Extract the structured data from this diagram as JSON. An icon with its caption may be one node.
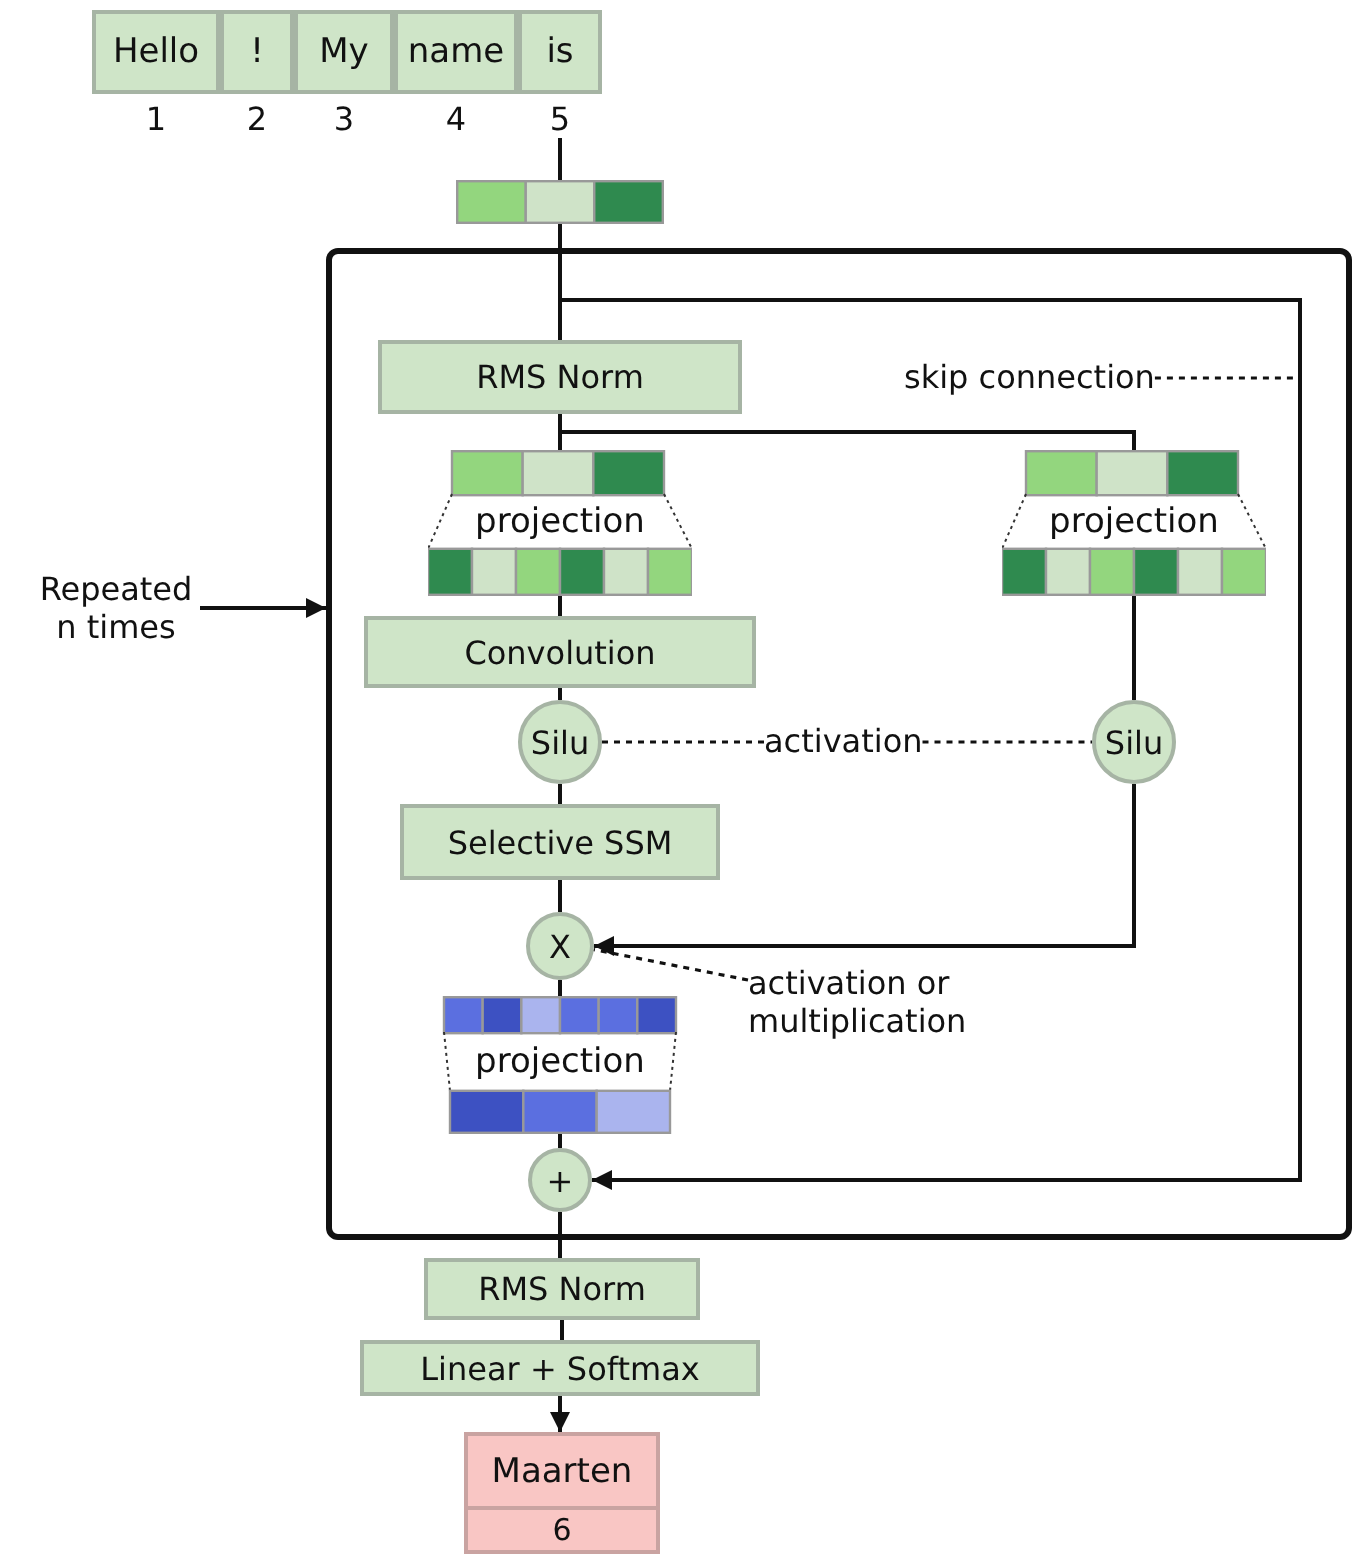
{
  "diagram": {
    "nodes": [
      {
        "text": [
          "Hello"
        ],
        "beside": [
          "1"
        ]
      },
      {
        "text": [
          "!"
        ],
        "beside": [
          "2"
        ]
      },
      {
        "text": [
          "My"
        ],
        "beside": [
          "3"
        ]
      },
      {
        "text": [
          "name"
        ],
        "beside": [
          "4"
        ]
      },
      {
        "text": [
          "is"
        ],
        "beside": [
          "5"
        ]
      },
      {
        "text": [],
        "shape": "bar"
      },
      {
        "text": [],
        "shape": "box"
      },
      {
        "text": [
          "RMS Norm"
        ],
        "in": 6
      },
      {
        "text": [
          "projection"
        ],
        "in": 6
      },
      {
        "text": [
          "Convolution"
        ],
        "in": 6
      },
      {
        "text": [
          "Silu"
        ],
        "in": 6
      },
      {
        "text": [
          "Selective SSM"
        ],
        "in": 6
      },
      {
        "text": [
          "X"
        ],
        "in": 6
      },
      {
        "text": [
          "projection"
        ],
        "in": 6
      },
      {
        "text": [
          "+"
        ],
        "in": 6
      },
      {
        "text": [
          "projection"
        ],
        "in": 6
      },
      {
        "text": [
          "Silu"
        ],
        "in": 6
      },
      {
        "text": [
          "RMS Norm"
        ]
      },
      {
        "text": [
          "Linear + Softmax"
        ]
      },
      {
        "text": [
          "Maarten",
          "6"
        ]
      },
      {
        "text": [
          "Repeated n times"
        ]
      },
      {
        "text": [
          "skip connection"
        ],
        "in": 6
      },
      {
        "text": [
          "activation"
        ],
        "in": 6
      },
      {
        "text": [
          "activation or multiplication"
        ],
        "in": 6
      }
    ],
    "edges": [
      {
        "from": 4,
        "to": 5,
        "arrow": "none"
      },
      {
        "from": 5,
        "to": 7,
        "arrow": "none"
      },
      {
        "from": 5,
        "to": 14,
        "arrow": "to"
      },
      {
        "from": 7,
        "to": 8,
        "arrow": "none"
      },
      {
        "from": 7,
        "to": 15,
        "arrow": "none"
      },
      {
        "from": 8,
        "to": 9,
        "arrow": "none"
      },
      {
        "from": 9,
        "to": 10,
        "arrow": "none"
      },
      {
        "from": 10,
        "to": 11,
        "arrow": "none"
      },
      {
        "from": 11,
        "to": 12,
        "arrow": "none"
      },
      {
        "from": 15,
        "to": 16,
        "arrow": "none"
      },
      {
        "from": 16,
        "to": 12,
        "arrow": "to"
      },
      {
        "from": 12,
        "to": 13,
        "arrow": "none"
      },
      {
        "from": 13,
        "to": 14,
        "arrow": "none"
      },
      {
        "from": 14,
        "to": 17,
        "arrow": "none"
      },
      {
        "from": 17,
        "to": 18,
        "arrow": "none"
      },
      {
        "from": 18,
        "to": 19,
        "arrow": "to"
      },
      {
        "from": 20,
        "to": 6,
        "arrow": "to"
      },
      {
        "from": 21,
        "to": null,
        "arrow": "none",
        "style": "dashed"
      },
      {
        "from": 22,
        "to": 10,
        "arrow": "none",
        "style": "dashed"
      },
      {
        "from": 22,
        "to": 16,
        "arrow": "none",
        "style": "dashed"
      },
      {
        "from": 23,
        "to": 12,
        "arrow": "none",
        "style": "dashed"
      }
    ]
  }
}
